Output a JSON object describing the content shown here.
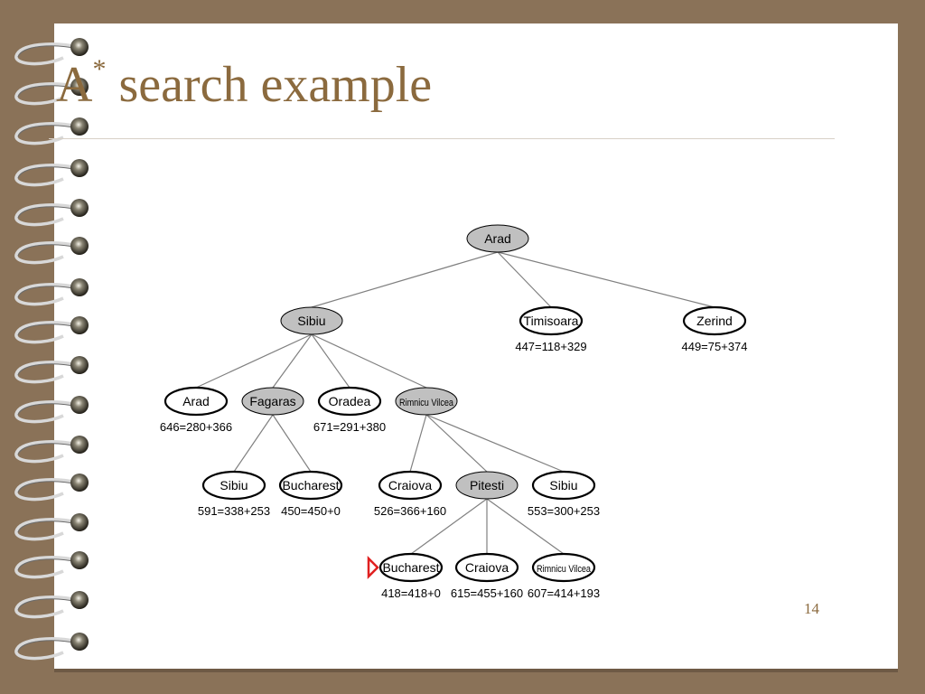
{
  "slide": {
    "title_main": "A",
    "title_sup": "*",
    "title_rest": " search example",
    "page_number": "14"
  },
  "tree": {
    "nodes": [
      {
        "id": "arad-root",
        "label": "Arad",
        "cost": "",
        "expanded": true,
        "selected": false
      },
      {
        "id": "sibiu-1",
        "label": "Sibiu",
        "cost": "",
        "expanded": true,
        "selected": false
      },
      {
        "id": "timisoara",
        "label": "Timisoara",
        "cost": "447=118+329",
        "expanded": false,
        "selected": false
      },
      {
        "id": "zerind",
        "label": "Zerind",
        "cost": "449=75+374",
        "expanded": false,
        "selected": false
      },
      {
        "id": "arad-2",
        "label": "Arad",
        "cost": "646=280+366",
        "expanded": false,
        "selected": false
      },
      {
        "id": "fagaras",
        "label": "Fagaras",
        "cost": "",
        "expanded": true,
        "selected": false
      },
      {
        "id": "oradea",
        "label": "Oradea",
        "cost": "671=291+380",
        "expanded": false,
        "selected": false
      },
      {
        "id": "rimnicu-vilcea-1",
        "label": "Rimnicu Vilcea",
        "cost": "",
        "expanded": true,
        "selected": false
      },
      {
        "id": "sibiu-2",
        "label": "Sibiu",
        "cost": "591=338+253",
        "expanded": false,
        "selected": false
      },
      {
        "id": "bucharest-1",
        "label": "Bucharest",
        "cost": "450=450+0",
        "expanded": false,
        "selected": false
      },
      {
        "id": "craiova-1",
        "label": "Craiova",
        "cost": "526=366+160",
        "expanded": false,
        "selected": false
      },
      {
        "id": "pitesti",
        "label": "Pitesti",
        "cost": "",
        "expanded": true,
        "selected": false
      },
      {
        "id": "sibiu-3",
        "label": "Sibiu",
        "cost": "553=300+253",
        "expanded": false,
        "selected": false
      },
      {
        "id": "bucharest-2",
        "label": "Bucharest",
        "cost": "418=418+0",
        "expanded": false,
        "selected": true
      },
      {
        "id": "craiova-2",
        "label": "Craiova",
        "cost": "615=455+160",
        "expanded": false,
        "selected": false
      },
      {
        "id": "rimnicu-vilcea-2",
        "label": "Rimnicu Vilcea",
        "cost": "607=414+193",
        "expanded": false,
        "selected": false
      }
    ],
    "edges": [
      [
        "arad-root",
        "sibiu-1"
      ],
      [
        "arad-root",
        "timisoara"
      ],
      [
        "arad-root",
        "zerind"
      ],
      [
        "sibiu-1",
        "arad-2"
      ],
      [
        "sibiu-1",
        "fagaras"
      ],
      [
        "sibiu-1",
        "oradea"
      ],
      [
        "sibiu-1",
        "rimnicu-vilcea-1"
      ],
      [
        "fagaras",
        "sibiu-2"
      ],
      [
        "fagaras",
        "bucharest-1"
      ],
      [
        "rimnicu-vilcea-1",
        "craiova-1"
      ],
      [
        "rimnicu-vilcea-1",
        "pitesti"
      ],
      [
        "rimnicu-vilcea-1",
        "sibiu-3"
      ],
      [
        "pitesti",
        "bucharest-2"
      ],
      [
        "pitesti",
        "craiova-2"
      ],
      [
        "pitesti",
        "rimnicu-vilcea-2"
      ]
    ]
  },
  "colors": {
    "background": "#8a7258",
    "title": "#8b6a3e",
    "expanded_node_fill": "#c0c0c0",
    "node_stroke": "#000000",
    "edge": "#808080",
    "selection_marker": "#e02020"
  }
}
